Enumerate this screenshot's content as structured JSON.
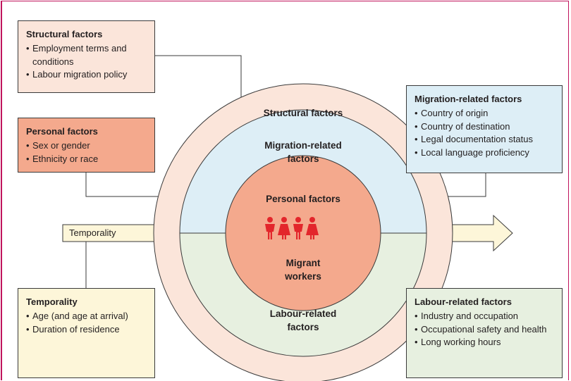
{
  "colors": {
    "frame": "#c0145c",
    "structural": "#fbe5da",
    "personal": "#f4a98d",
    "migration": "#ddeef6",
    "labour": "#e7f0e0",
    "temporality": "#fdf6d9",
    "figure": "#e3262b"
  },
  "boxes": {
    "structural": {
      "title": "Structural factors",
      "items": [
        "Employment terms and conditions",
        "Labour migration policy"
      ]
    },
    "personal": {
      "title": "Personal factors",
      "items": [
        "Sex or gender",
        "Ethnicity or race"
      ]
    },
    "migration": {
      "title": "Migration-related factors",
      "items": [
        "Country of origin",
        "Country of destination",
        "Legal documentation status",
        "Local language proficiency"
      ]
    },
    "temporality": {
      "title": "Temporality",
      "items": [
        "Age (and age at arrival)",
        "Duration of residence"
      ]
    },
    "labour": {
      "title": "Labour-related factors",
      "items": [
        "Industry and occupation",
        "Occupational safety and health",
        "Long working hours"
      ]
    }
  },
  "circle": {
    "structural_label": "Structural factors",
    "migration_label_line1": "Migration-related",
    "migration_label_line2": "factors",
    "personal_label": "Personal factors",
    "center_line1": "Migrant",
    "center_line2": "workers",
    "labour_label_line1": "Labour-related",
    "labour_label_line2": "factors",
    "figures_icon": "four-people-icon"
  },
  "arrow": {
    "label": "Temporality"
  }
}
